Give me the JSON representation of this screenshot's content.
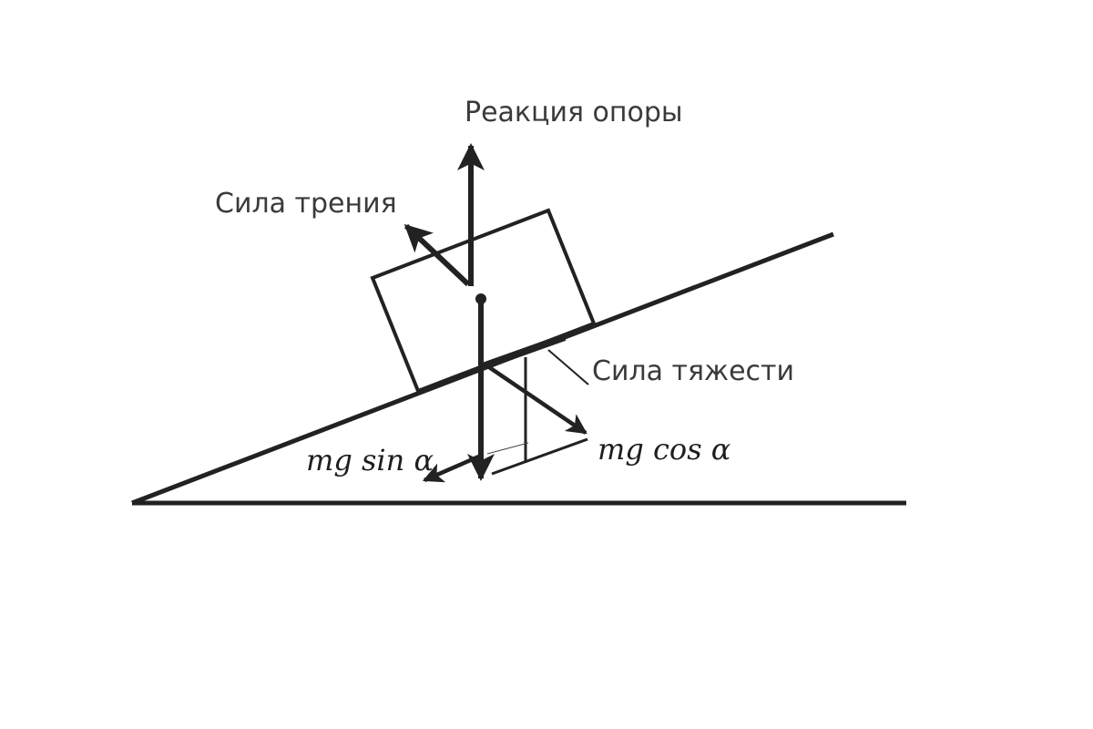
{
  "diagram": {
    "type": "free-body diagram on inclined plane",
    "labels": {
      "normal_force": "Реакция опоры",
      "friction": "Сила трения",
      "gravity": "Сила тяжести",
      "parallel_component": "mg sin α",
      "perpendicular_component": "mg cos α"
    },
    "colors": {
      "stroke": "#222222",
      "text": "#3a3a3a",
      "background": "#ffffff"
    }
  }
}
